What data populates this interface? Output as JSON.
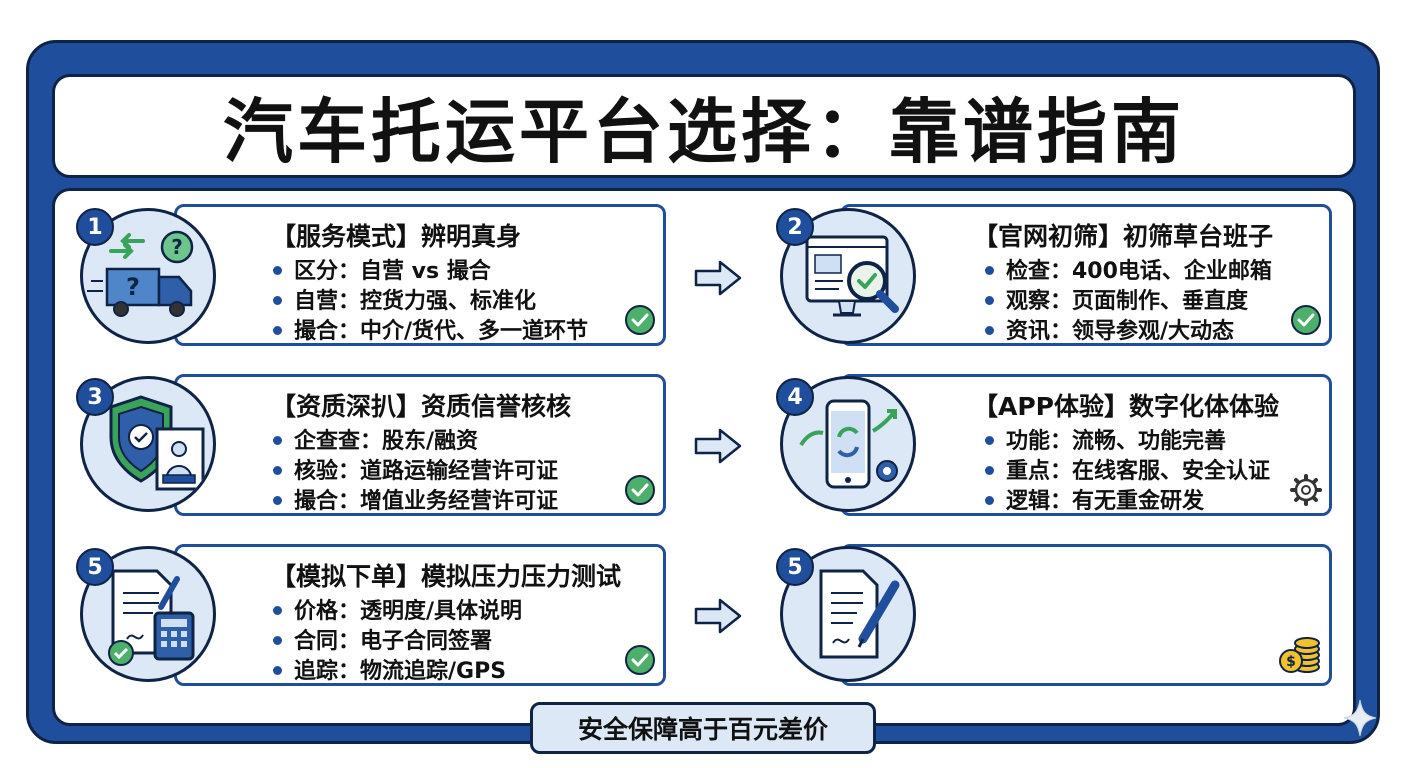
{
  "title": "汽车托运平台选择：靠谱指南",
  "footer": "安全保障高于百元差价",
  "cards": [
    {
      "num": "1",
      "title": "【服务模式】辨明真身",
      "bullets": [
        "区分：自营 vs 撮合",
        "自营：控货力强、标准化",
        "撮合：中介/货代、多一道环节"
      ],
      "icon": "truck-question-icon",
      "corner": "check-icon"
    },
    {
      "num": "2",
      "title": "【官网初筛】初筛草台班子",
      "bullets": [
        "检查：400电话、企业邮箱",
        "观察：页面制作、垂直度",
        "资讯：领导参观/大动态"
      ],
      "icon": "monitor-magnifier-icon",
      "corner": "check-icon"
    },
    {
      "num": "3",
      "title": "【资质深扒】资质信誉核核",
      "bullets": [
        "企查查：股东/融资",
        "核验：道路运输经营许可证",
        "撮合：增值业务经营许可证"
      ],
      "icon": "shield-document-icon",
      "corner": "check-icon"
    },
    {
      "num": "4",
      "title": "【APP体验】数字化体体验",
      "bullets": [
        "功能：流畅、功能完善",
        "重点：在线客服、安全认证",
        "逻辑：有无重金研发"
      ],
      "icon": "phone-sync-icon",
      "corner": "gear-icon"
    },
    {
      "num": "5",
      "title": "【模拟下单】模拟压力压力测试",
      "bullets": [
        "价格：透明度/具体说明",
        "合同：电子合同签署",
        "追踪：物流追踪/GPS"
      ],
      "icon": "contract-calculator-icon",
      "corner": "check-icon"
    },
    {
      "num": "5",
      "title": "",
      "bullets": [],
      "icon": "document-pen-icon",
      "corner": "coins-icon"
    }
  ],
  "colors": {
    "primary": "#1f4e9c",
    "dark": "#0f2346",
    "light": "#dce8f6",
    "green": "#3aa35a"
  }
}
